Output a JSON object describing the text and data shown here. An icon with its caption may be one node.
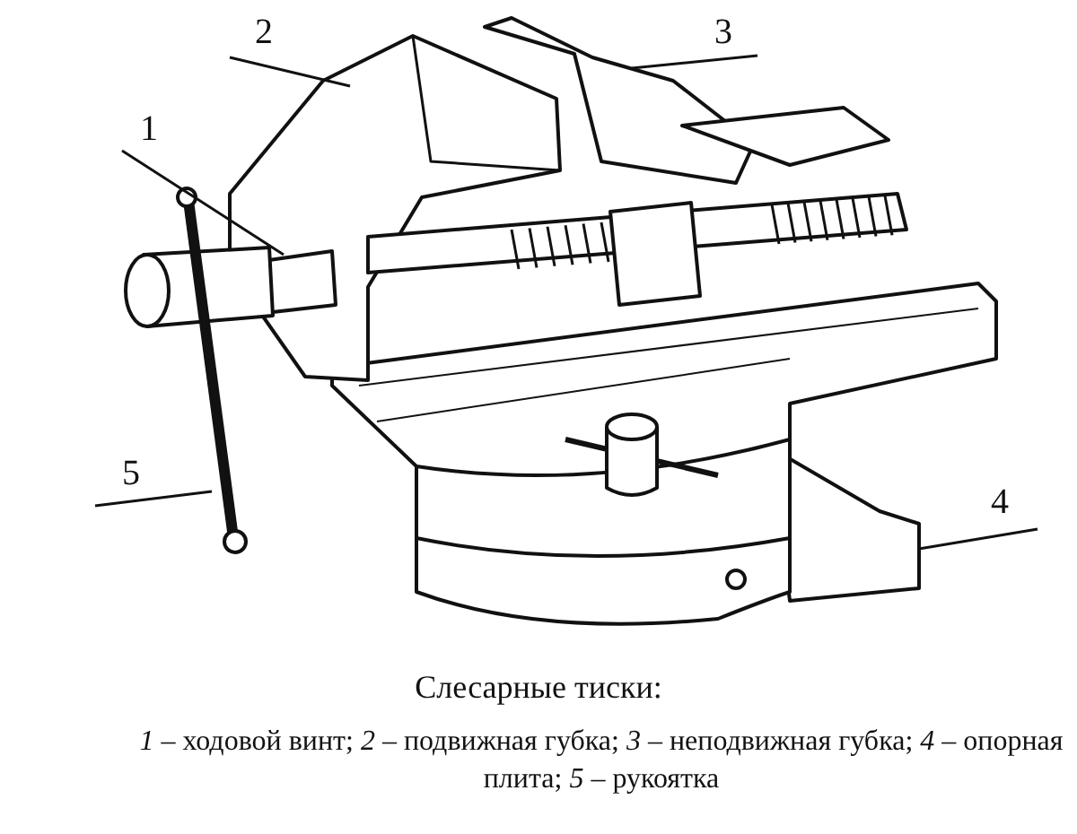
{
  "diagram": {
    "title": "Слесарные тиски:",
    "caption": "*1* – ходовой винт; *2* – подвижная губка; *3* – неподвижная губка; *4* – опорная плита; *5* – рукоятка",
    "nodes": [
      {
        "text": [
          "2"
        ]
      },
      {
        "text": [
          "3"
        ]
      },
      {
        "text": [
          "1"
        ]
      },
      {
        "text": [
          "5"
        ]
      },
      {
        "text": [
          "4"
        ]
      }
    ],
    "edges": [
      {
        "from": 0,
        "to": null,
        "arrow": "none"
      },
      {
        "from": 1,
        "to": null,
        "arrow": "none"
      },
      {
        "from": 2,
        "to": null,
        "arrow": "none"
      },
      {
        "from": 3,
        "to": null,
        "arrow": "none"
      },
      {
        "from": 4,
        "to": null,
        "arrow": "none"
      }
    ]
  }
}
